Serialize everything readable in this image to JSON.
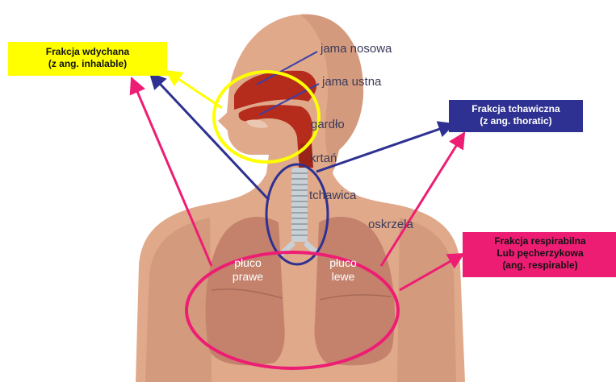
{
  "labels": {
    "jama_nosowa": "jama nosowa",
    "jama_ustna": "jama ustna",
    "gardlo": "gardło",
    "krtan": "krtań",
    "tchawica": "tchawica",
    "oskrzela": "oskrzela",
    "pluco_prawe": [
      "płuco",
      "prawe"
    ],
    "pluco_lewe": [
      "płuco",
      "lewe"
    ]
  },
  "fractions": {
    "inhalable": {
      "line1": "Frakcja wdychana",
      "line2": "(z ang. inhalable)",
      "color": "#ffff00"
    },
    "thoracic": {
      "line1": "Frakcja tchawiczna",
      "line2": "(z ang. thoratic)",
      "color": "#2e3191"
    },
    "respirable": {
      "line1": "Frakcja respirabilna",
      "line2": "Lub pęcherzykowa",
      "line3": "(ang. respirable)",
      "color": "#ee1d74"
    }
  },
  "colors": {
    "skin": "#e0a98a",
    "skin_shadow": "#c98f72",
    "lung": "#c4826d",
    "airway": "#b52b1c",
    "trachea": "#c9d0d6",
    "label_line": "#3b3fa8"
  }
}
